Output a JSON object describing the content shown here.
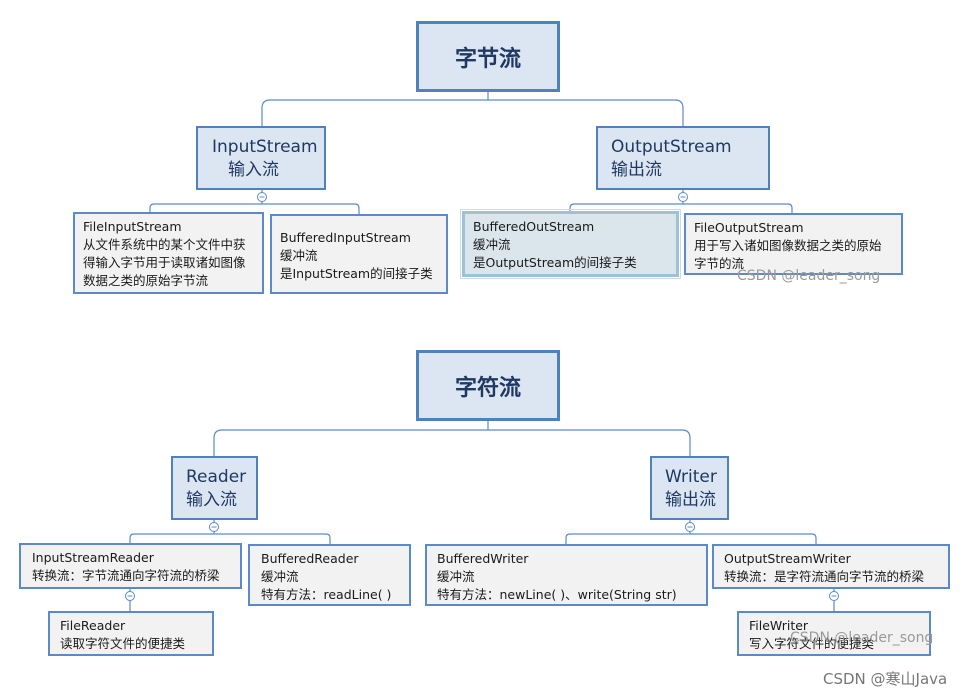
{
  "byte_stream": {
    "root": "字节流",
    "input": {
      "title": "InputStream",
      "subtitle": "输入流"
    },
    "output": {
      "title": "OutputStream",
      "subtitle": "输出流"
    },
    "file_input": {
      "title": "FileInputStream",
      "lines": [
        "从文件系统中的某个文件中获",
        "得输入字节用于读取诸如图像",
        "数据之类的原始字节流"
      ]
    },
    "buffered_input": {
      "title": "BufferedInputStream",
      "lines": [
        "缓冲流",
        "是InputStream的间接子类"
      ]
    },
    "buffered_output": {
      "title": "BufferedOutStream",
      "lines": [
        "缓冲流",
        "是OutputStream的间接子类"
      ]
    },
    "file_output": {
      "title": "FileOutputStream",
      "lines": [
        "用于写入诸如图像数据之类的原始",
        "字节的流"
      ]
    }
  },
  "char_stream": {
    "root": "字符流",
    "reader": {
      "title": "Reader",
      "subtitle": "输入流"
    },
    "writer": {
      "title": "Writer",
      "subtitle": "输出流"
    },
    "input_stream_reader": {
      "title": "InputStreamReader",
      "lines": [
        "转换流：字节流通向字符流的桥梁"
      ]
    },
    "file_reader": {
      "title": "FileReader",
      "lines": [
        "读取字符文件的便捷类"
      ]
    },
    "buffered_reader": {
      "title": "BufferedReader",
      "lines": [
        "缓冲流",
        "特有方法：readLine( )"
      ]
    },
    "buffered_writer": {
      "title": "BufferedWriter",
      "lines": [
        "缓冲流",
        "特有方法：newLine( )、write(String str)"
      ]
    },
    "output_stream_writer": {
      "title": "OutputStreamWriter",
      "lines": [
        "转换流：是字符流通向字节流的桥梁"
      ]
    },
    "file_writer": {
      "title": "FileWriter",
      "lines": [
        "写入字符文件的便捷类"
      ]
    }
  },
  "watermarks": {
    "top": "CSDN @leader_song",
    "bottom": "CSDN @leader_song",
    "corner": "CSDN @寒山Java"
  },
  "colors": {
    "line": "#5b8ac9",
    "root_fill": "#dce6f2",
    "leaf_fill": "#f2f2f2",
    "border": "#4f81bd"
  }
}
